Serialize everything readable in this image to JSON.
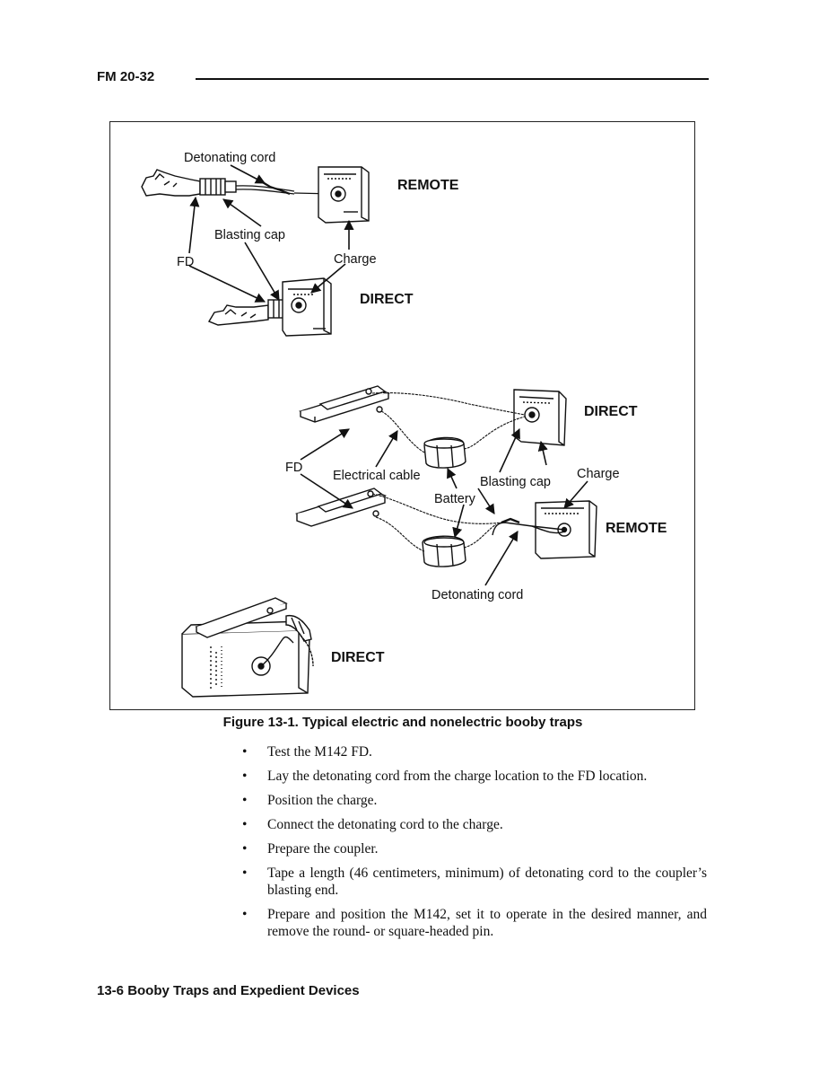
{
  "header": {
    "doc_id": "FM 20-32"
  },
  "figure": {
    "labels": {
      "detonating_cord_top": "Detonating cord",
      "remote_top": "REMOTE",
      "blasting_cap_top": "Blasting cap",
      "fd_top": "FD",
      "charge_top": "Charge",
      "direct_top": "DIRECT",
      "direct_mid": "DIRECT",
      "fd_mid": "FD",
      "electrical_cable": "Electrical cable",
      "blasting_cap_mid": "Blasting cap",
      "charge_mid": "Charge",
      "battery": "Battery",
      "remote_mid": "REMOTE",
      "detonating_cord_mid": "Detonating cord",
      "direct_bottom": "DIRECT"
    },
    "caption": "Figure 13-1. Typical electric and nonelectric booby traps"
  },
  "steps": [
    "Test the M142 FD.",
    "Lay the detonating cord from the charge location to the FD location.",
    "Position the charge.",
    "Connect the detonating cord to the charge.",
    "Prepare the coupler.",
    "Tape a length (46 centimeters, minimum) of detonating cord to the coupler’s blasting end.",
    "Prepare and position the M142, set it to operate in the desired manner, and remove the round- or square-headed pin."
  ],
  "footer": {
    "page_label": "13-6 Booby Traps and Expedient Devices"
  }
}
